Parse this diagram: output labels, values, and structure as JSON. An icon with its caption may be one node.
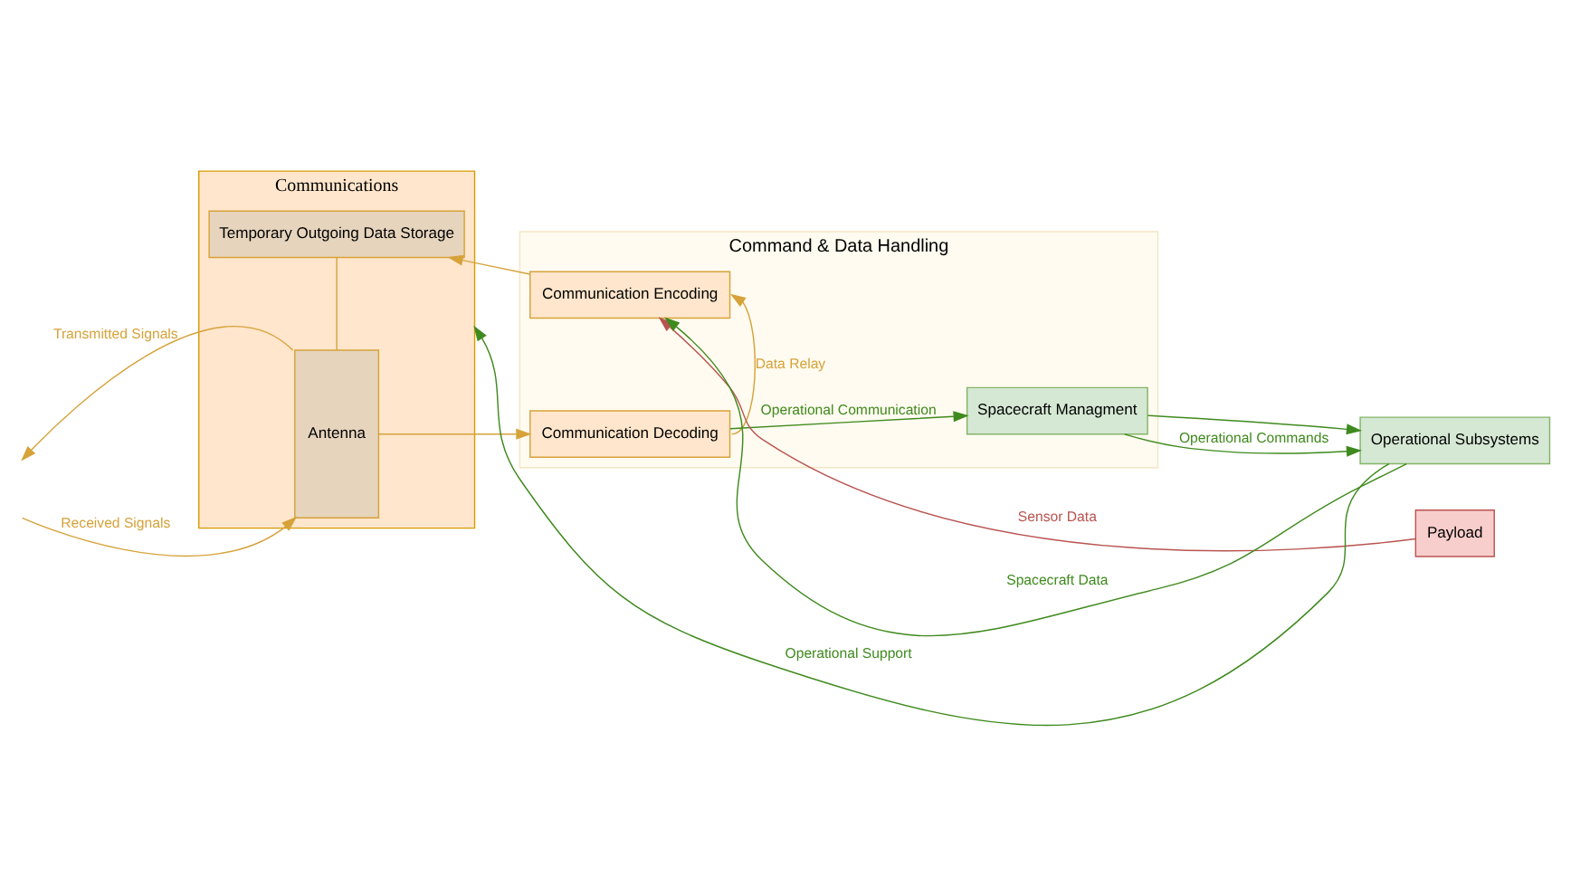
{
  "diagram": {
    "nodes": [
      {
        "text": [
          "Communications"
        ]
      },
      {
        "text": [
          "Temporary Outgoing Data Storage"
        ],
        "in": 0
      },
      {
        "text": [
          "Antenna"
        ],
        "in": 0
      },
      {
        "text": [
          "Command & Data Handling"
        ]
      },
      {
        "text": [
          "Communication Encoding"
        ],
        "in": 3
      },
      {
        "text": [
          "Communication Decoding"
        ],
        "in": 3
      },
      {
        "text": [
          "Spacecraft Managment"
        ],
        "in": 3
      },
      {
        "text": [
          "Payload"
        ]
      },
      {
        "text": [
          "Operational Subsystems"
        ]
      }
    ],
    "edges": [
      {
        "from": 4,
        "to": 1,
        "arrow": "to"
      },
      {
        "from": 1,
        "to": 2,
        "arrow": "none"
      },
      {
        "from": 2,
        "to": null,
        "arrow": "to",
        "label": "Transmitted Signals"
      },
      {
        "from": null,
        "to": 2,
        "arrow": "to",
        "label": "Received Signals"
      },
      {
        "from": 2,
        "to": 5,
        "arrow": "to"
      },
      {
        "from": 7,
        "to": 4,
        "arrow": "to",
        "label": "Sensor Data",
        "color": "#b85450"
      },
      {
        "from": 8,
        "to": 4,
        "arrow": "to",
        "label": "Spacecraft Data",
        "color": "#3f8a1e"
      },
      {
        "from": 5,
        "to": 4,
        "arrow": "to",
        "label": "Data Relay"
      },
      {
        "from": 5,
        "to": 6,
        "arrow": "to",
        "label": "Operational Communication",
        "color": "#3f8a1e"
      },
      {
        "from": 6,
        "to": 8,
        "arrow": "to",
        "color": "#3f8a1e"
      },
      {
        "from": 6,
        "to": 8,
        "arrow": "to",
        "label": "Operational Commands",
        "color": "#3f8a1e"
      },
      {
        "from": 8,
        "to": 0,
        "arrow": "to",
        "label": "Operational Support",
        "color": "#3f8a1e"
      }
    ]
  }
}
